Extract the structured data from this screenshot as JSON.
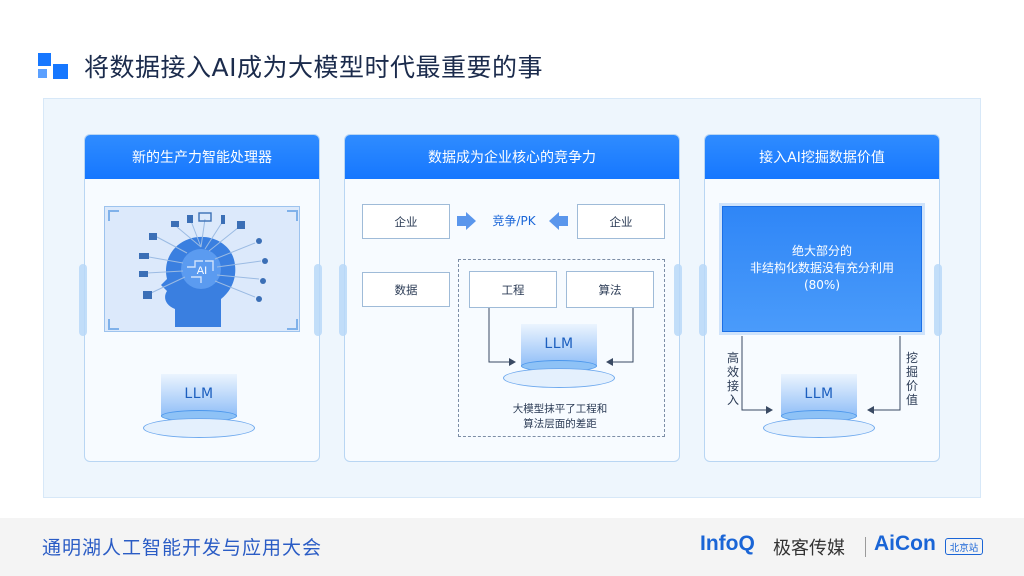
{
  "slide": {
    "title": "将数据接入AI成为大模型时代最重要的事"
  },
  "cards": [
    {
      "title": "新的生产力智能处理器",
      "brain_label": "AI",
      "llm": "LLM"
    },
    {
      "title": "数据成为企业核心的竞争力",
      "enterprise_left": "企业",
      "compete": "竞争/PK",
      "enterprise_right": "企业",
      "data": "数据",
      "engineering": "工程",
      "algorithm": "算法",
      "llm": "LLM",
      "note_line1": "大模型抹平了工程和",
      "note_line2": "算法层面的差距"
    },
    {
      "title": "接入AI挖掘数据价值",
      "panel_line1": "绝大部分的",
      "panel_line2": "非结构化数据没有充分利用",
      "panel_line3": "(80%)",
      "left_vertical": [
        "高",
        "效",
        "接",
        "入"
      ],
      "right_vertical": [
        "挖",
        "掘",
        "价",
        "值"
      ],
      "llm": "LLM"
    }
  ],
  "footer": {
    "conference": "通明湖人工智能开发与应用大会",
    "infoq": "InfoQ",
    "geek": "极客传媒",
    "aicon": "AiCon",
    "city": "北京站"
  },
  "colors": {
    "accent": "#1677ff",
    "title_text": "#1b2b4c",
    "footer_blue": "#1a65d6"
  },
  "icons": [
    "logo-squares-icon",
    "brain-head-icon",
    "arrow-right-icon",
    "arrow-left-icon"
  ]
}
